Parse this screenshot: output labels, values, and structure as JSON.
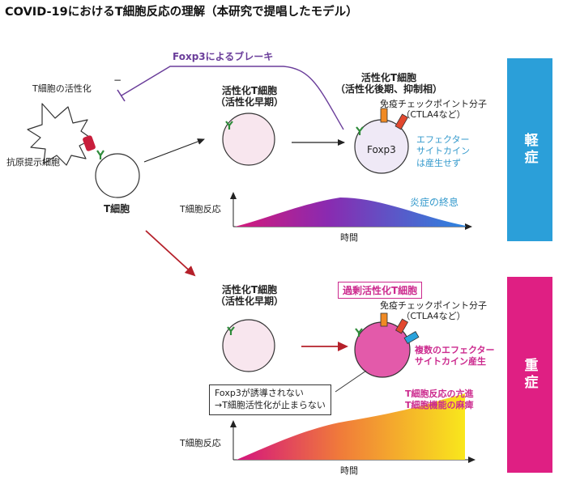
{
  "title": "COVID-19におけるT細胞反応の理解（本研究で提唱したモデル）",
  "brake_label": "Foxp3によるブレーキ",
  "minus_sign": "−",
  "apc": {
    "activation_label": "T細胞の活性化",
    "cell_label": "抗原提示細胞"
  },
  "tcell_label": "T細胞",
  "mild": {
    "early_title_1": "活性化T細胞",
    "early_title_2": "（活性化早期）",
    "late_title_1": "活性化T細胞",
    "late_title_2": "（活性化後期、抑制相）",
    "checkpoint_1": "免疫チェックポイント分子",
    "checkpoint_2": "（CTLA4など）",
    "foxp3": "Foxp3",
    "effector_1": "エフェクター",
    "effector_2": "サイトカイン",
    "effector_3": "は産生せず",
    "chart_y_label": "T細胞反応",
    "chart_x_label": "時間",
    "chart_note": "炎症の終息",
    "side_label": "軽症"
  },
  "severe": {
    "early_title_1": "活性化T細胞",
    "early_title_2": "（活性化早期）",
    "excess_label": "過剰活性化T細胞",
    "checkpoint_1": "免疫チェックポイント分子",
    "checkpoint_2": "（CTLA4など）",
    "effector_1": "複数のエフェクター",
    "effector_2": "サイトカイン産生",
    "note_1": "Foxp3が誘導されない",
    "note_2": "→T細胞活性化が止まらない",
    "chart_y_label": "T細胞反応",
    "chart_x_label": "時間",
    "chart_note_1": "T細胞反応の亢進",
    "chart_note_2": "T細胞機能の麻痺",
    "side_label": "重症"
  },
  "colors": {
    "mild_bar": "#2b9fd9",
    "severe_bar": "#df1f83",
    "red_arrow": "#b5202a",
    "receptor_green": "#2e8b3a",
    "ctla4_orange": "#f08a24",
    "receptor_red": "#e2482e",
    "receptor_blue": "#2ba3dc",
    "brake_purple": "#6a3d9a"
  }
}
